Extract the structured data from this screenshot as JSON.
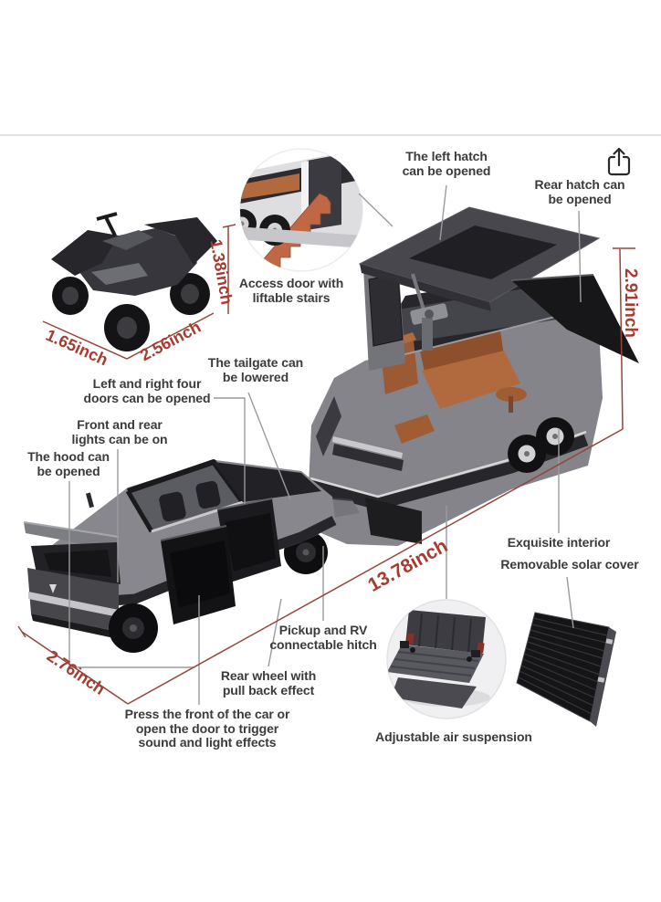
{
  "page": {
    "background": "#ffffff",
    "divider_color": "#e2e2e2"
  },
  "toolbar": {
    "share_icon": "share"
  },
  "colors": {
    "label_text": "#3b3b3b",
    "dimension_red": "#a63c30",
    "dimension_line": "#96453c",
    "callout_line": "#9b9b9b",
    "model_gray": "#85858b",
    "model_dark": "#1c1c1f",
    "interior_brown": "#b06a3e",
    "stairs_orange": "#c06845"
  },
  "callouts": {
    "left_hatch": "The left hatch\ncan be opened",
    "rear_hatch": "Rear hatch can\nbe opened",
    "access_door": "Access door with\nliftable stairs",
    "tailgate": "The tailgate can\nbe lowered",
    "doors": "Left and right four\ndoors can be opened",
    "lights": "Front and rear\nlights can be on",
    "hood": "The hood can\nbe opened",
    "interior": "Exquisite interior",
    "solar_cover": "Removable solar cover",
    "hitch": "Pickup and RV\nconnectable hitch",
    "rear_wheel": "Rear wheel with\npull back effect",
    "sound_light": "Press the front of the car or\nopen the door to trigger\nsound and light effects",
    "air_suspension": "Adjustable air suspension"
  },
  "dimensions": {
    "atv_width": "1.65inch",
    "atv_length": "2.56inch",
    "atv_height": "1.38inch",
    "trailer_height": "2.91inch",
    "total_length": "13.78inch",
    "truck_height": "2.76inch"
  }
}
